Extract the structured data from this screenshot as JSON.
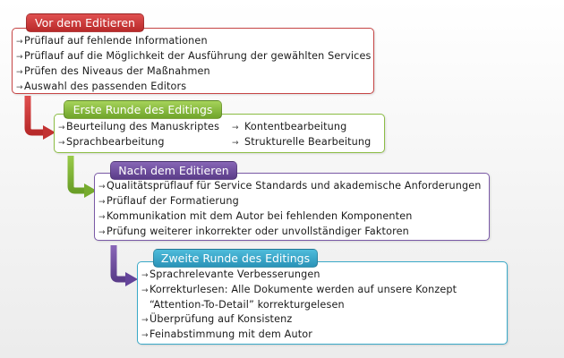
{
  "colors": {
    "red": "#cc3737",
    "green": "#7fb434",
    "purple": "#6b4a9c",
    "teal": "#2fa3c3"
  },
  "icons": {
    "bullet": "arrow-right-icon"
  },
  "sections": [
    {
      "title": "Vor dem Editieren",
      "items": [
        [
          "Prüflauf auf fehlende Informationen"
        ],
        [
          "Prüflauf auf die Möglichkeit der Ausführung der gewählten Services"
        ],
        [
          "Prüfen des Niveaus der Maßnahmen"
        ],
        [
          "Auswahl des passenden Editors"
        ]
      ]
    },
    {
      "title": "Erste Runde des Editings",
      "items": [
        [
          "Beurteilung des Manuskriptes"
        ],
        [
          "Sprachbearbeitung"
        ]
      ],
      "items_right": [
        [
          "Kontentbearbeitung"
        ],
        [
          "Strukturelle Bearbeitung"
        ]
      ]
    },
    {
      "title": "Nach dem Editieren",
      "items": [
        [
          "Qualitätsprüflauf für Service Standards und akademische Anforderungen"
        ],
        [
          "Prüflauf der Formatierung"
        ],
        [
          "Kommunikation mit dem Autor bei fehlenden Komponenten"
        ],
        [
          "Prüfung weiterer inkorrekter oder unvollständiger  Faktoren"
        ]
      ]
    },
    {
      "title": "Zweite Runde des Editings",
      "items": [
        [
          "Sprachrelevante Verbesserungen"
        ],
        [
          "Korrekturlesen: Alle Dokumente werden auf unsere Konzept",
          "“Attention-To-Detail” korrekturgelesen"
        ],
        [
          "Überprüfung auf Konsistenz"
        ],
        [
          "Feinabstimmung mit dem Autor"
        ]
      ]
    }
  ]
}
